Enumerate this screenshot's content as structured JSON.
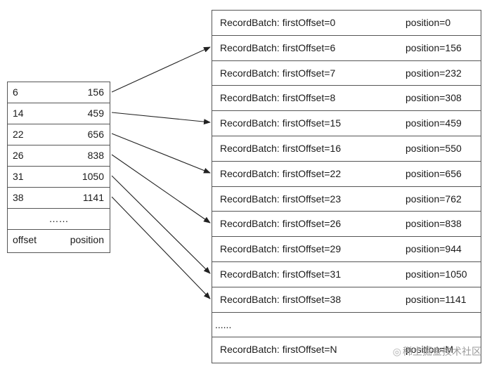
{
  "index_table": {
    "rows": [
      {
        "offset": "6",
        "position": "156"
      },
      {
        "offset": "14",
        "position": "459"
      },
      {
        "offset": "22",
        "position": "656"
      },
      {
        "offset": "26",
        "position": "838"
      },
      {
        "offset": "31",
        "position": "1050"
      },
      {
        "offset": "38",
        "position": "1141"
      }
    ],
    "ellipsis": "……",
    "header": {
      "offset": "offset",
      "position": "position"
    }
  },
  "batch_table": {
    "rows": [
      {
        "label": "RecordBatch: firstOffset=0",
        "position": "position=0"
      },
      {
        "label": "RecordBatch: firstOffset=6",
        "position": "position=156"
      },
      {
        "label": "RecordBatch: firstOffset=7",
        "position": "position=232"
      },
      {
        "label": "RecordBatch: firstOffset=8",
        "position": "position=308"
      },
      {
        "label": "RecordBatch: firstOffset=15",
        "position": "position=459"
      },
      {
        "label": "RecordBatch: firstOffset=16",
        "position": "position=550"
      },
      {
        "label": "RecordBatch: firstOffset=22",
        "position": "position=656"
      },
      {
        "label": "RecordBatch: firstOffset=23",
        "position": "position=762"
      },
      {
        "label": "RecordBatch: firstOffset=26",
        "position": "position=838"
      },
      {
        "label": "RecordBatch: firstOffset=29",
        "position": "position=944"
      },
      {
        "label": "RecordBatch: firstOffset=31",
        "position": "position=1050"
      },
      {
        "label": "RecordBatch: firstOffset=38",
        "position": "position=1141"
      }
    ],
    "ellipsis": "......",
    "last": {
      "label": "RecordBatch: firstOffset=N",
      "position": "position=M"
    }
  },
  "watermark": {
    "icon": "juejin-logo-icon",
    "text": "稀土掘金技术社区"
  },
  "colors": {
    "line": "#555555",
    "arrow": "#222222",
    "text": "#1a1a1a"
  }
}
